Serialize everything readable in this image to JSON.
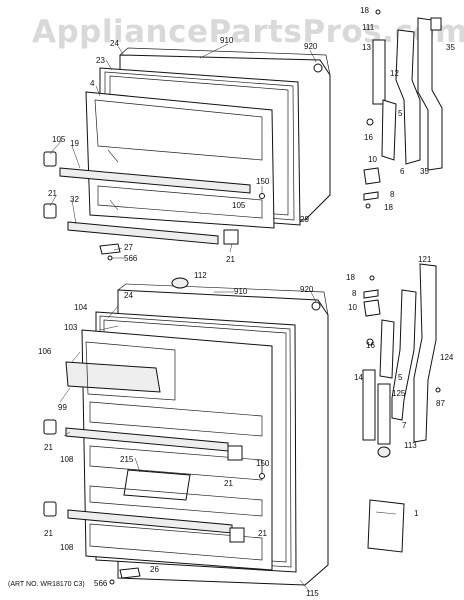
{
  "watermark": "AppliancePartsPros.com",
  "art_number": "(ART NO. WR18170 C3)",
  "labels": {
    "l910a": "910",
    "l920a": "920",
    "l24a": "24",
    "l23": "23",
    "l4": "4",
    "l105a": "105",
    "l19": "19",
    "l21a": "21",
    "l32": "32",
    "l27": "27",
    "l566a": "566",
    "l21b": "21",
    "l150a": "150",
    "l105b": "105",
    "l29": "29",
    "l18a": "18",
    "l111": "111",
    "l13": "13",
    "l12": "12",
    "l35a": "35",
    "l5a": "5",
    "l16a": "16",
    "l10a": "10",
    "l6": "6",
    "l35b": "35",
    "l8a": "8",
    "l18b": "18",
    "l112": "112",
    "l24b": "24",
    "l910b": "910",
    "l920b": "920",
    "l104": "104",
    "l103": "103",
    "l106": "106",
    "l99": "99",
    "l21c": "21",
    "l108a": "108",
    "l215": "215",
    "l21d": "21",
    "l150b": "150",
    "l21e": "21",
    "l108b": "108",
    "l21f": "21",
    "l566b": "566",
    "l26": "26",
    "l115": "115",
    "l18c": "18",
    "l121": "121",
    "l8b": "8",
    "l10b": "10",
    "l16b": "16",
    "l14": "14",
    "l5b": "5",
    "l125": "125",
    "l124": "124",
    "l87": "87",
    "l7": "7",
    "l113": "113",
    "l1": "1"
  }
}
